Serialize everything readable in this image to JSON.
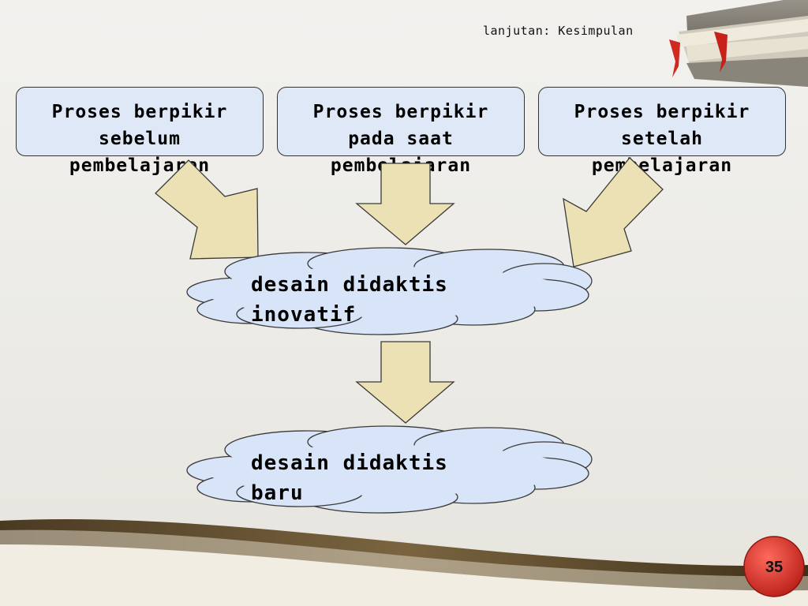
{
  "slide": {
    "subtitle": "lanjutan: Kesimpulan",
    "page_number": "35"
  },
  "diagram": {
    "boxes": [
      {
        "line1": "Proses berpikir",
        "line2": "sebelum",
        "line3": "pembelajaran"
      },
      {
        "line1": "Proses berpikir",
        "line2": "pada saat",
        "line3": "pembelajaran"
      },
      {
        "line1": "Proses berpikir",
        "line2": "setelah",
        "line3": "pembelajaran"
      }
    ],
    "clouds": [
      {
        "line1": "desain didaktis",
        "line2": "inovatif"
      },
      {
        "line1": "desain didaktis",
        "line2": "baru"
      }
    ]
  },
  "colors": {
    "box_fill": "#dfe8f7",
    "cloud_fill": "#d8e4f7",
    "arrow_fill": "#ebe1b4",
    "badge_red": "#d4302a"
  }
}
